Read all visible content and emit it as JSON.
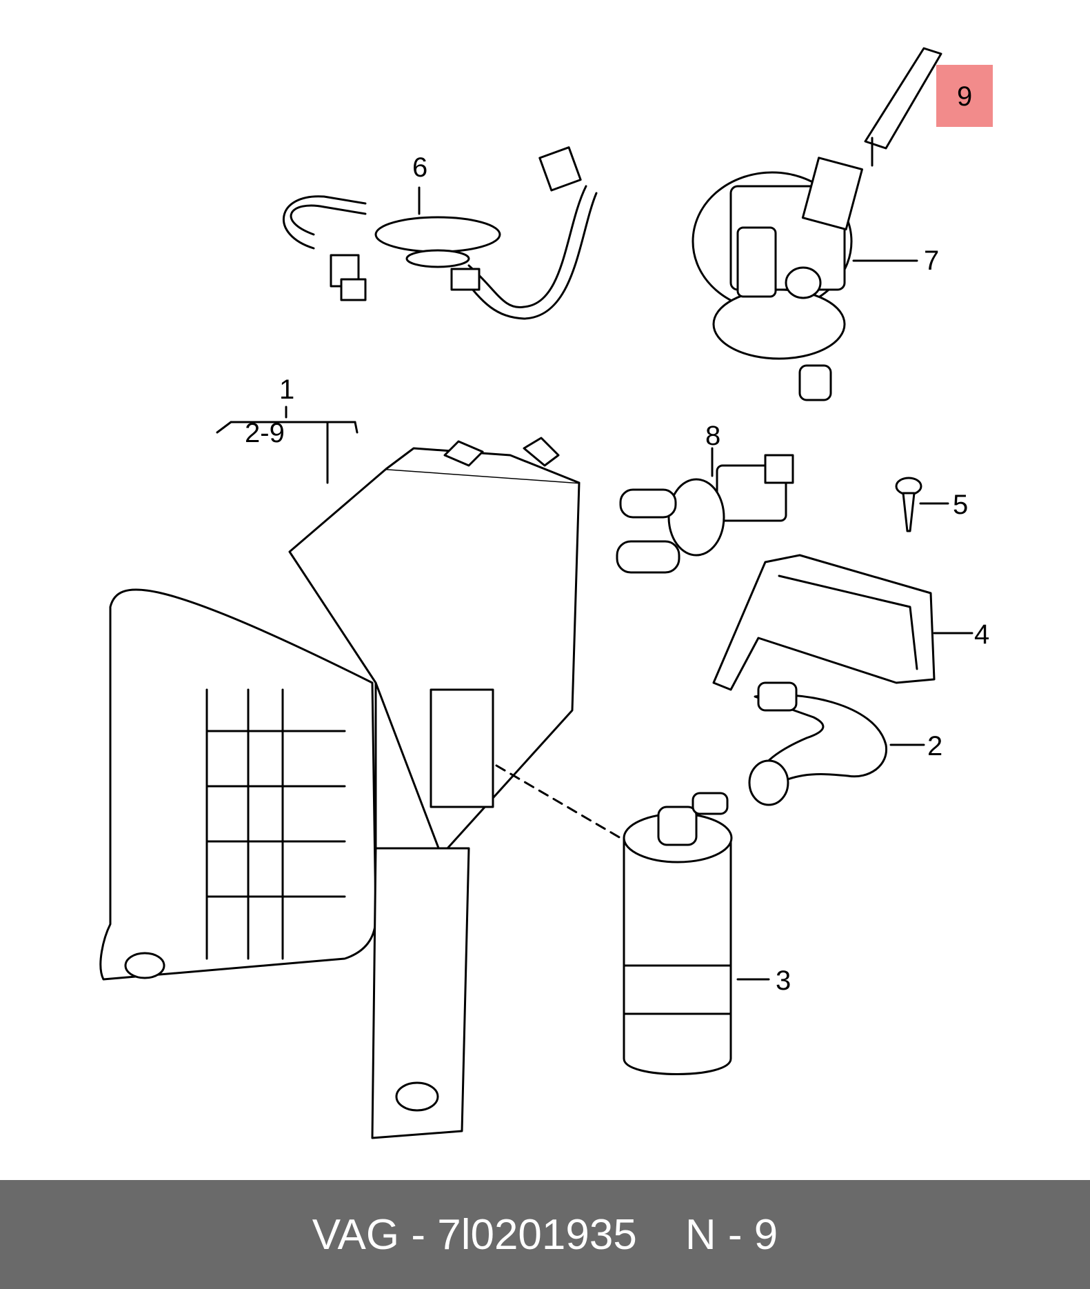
{
  "callouts": {
    "c1": "1",
    "c1_range": "2-9",
    "c2": "2",
    "c3": "3",
    "c4": "4",
    "c5": "5",
    "c6": "6",
    "c7": "7",
    "c8": "8",
    "c9": "9"
  },
  "highlight_color": "#f28b8b",
  "footer": {
    "brand_part": "VAG - 7l0201935",
    "ref": "N - 9"
  }
}
